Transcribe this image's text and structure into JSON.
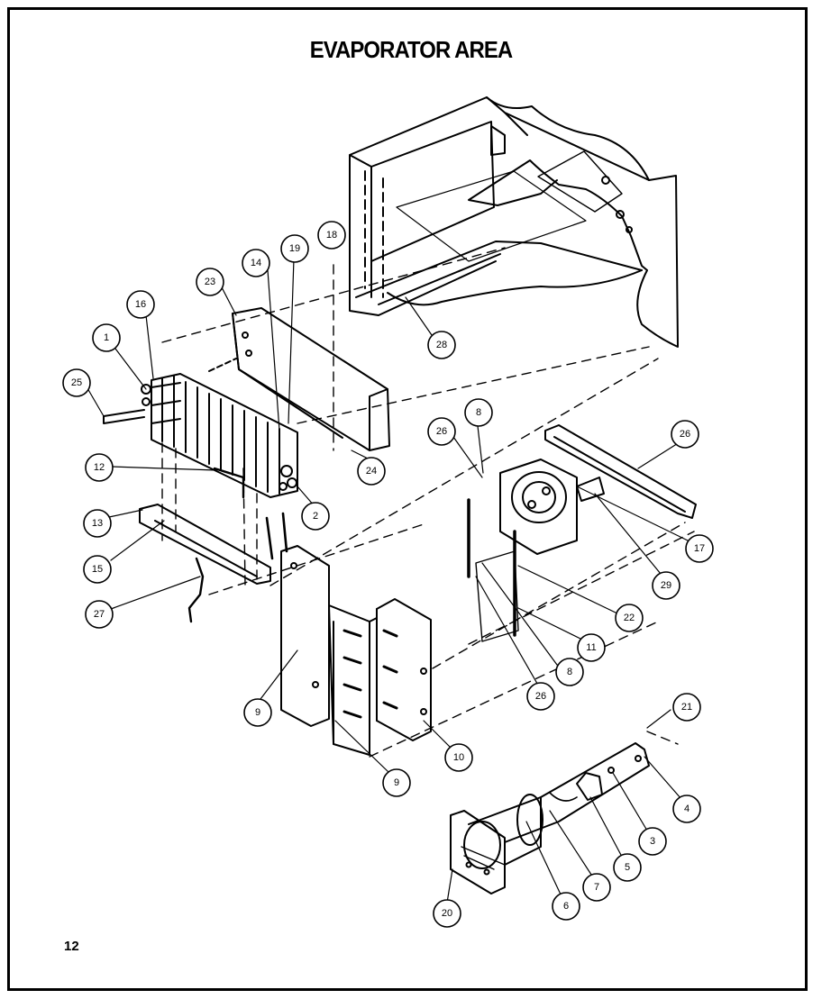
{
  "diagram": {
    "title": "EVAPORATOR AREA",
    "page_number": "12",
    "callouts": [
      "1",
      "2",
      "3",
      "4",
      "5",
      "6",
      "7",
      "8",
      "8",
      "9",
      "9",
      "10",
      "11",
      "12",
      "13",
      "14",
      "15",
      "16",
      "17",
      "18",
      "19",
      "20",
      "21",
      "22",
      "23",
      "24",
      "25",
      "26",
      "26",
      "26",
      "27",
      "28",
      "29"
    ]
  }
}
